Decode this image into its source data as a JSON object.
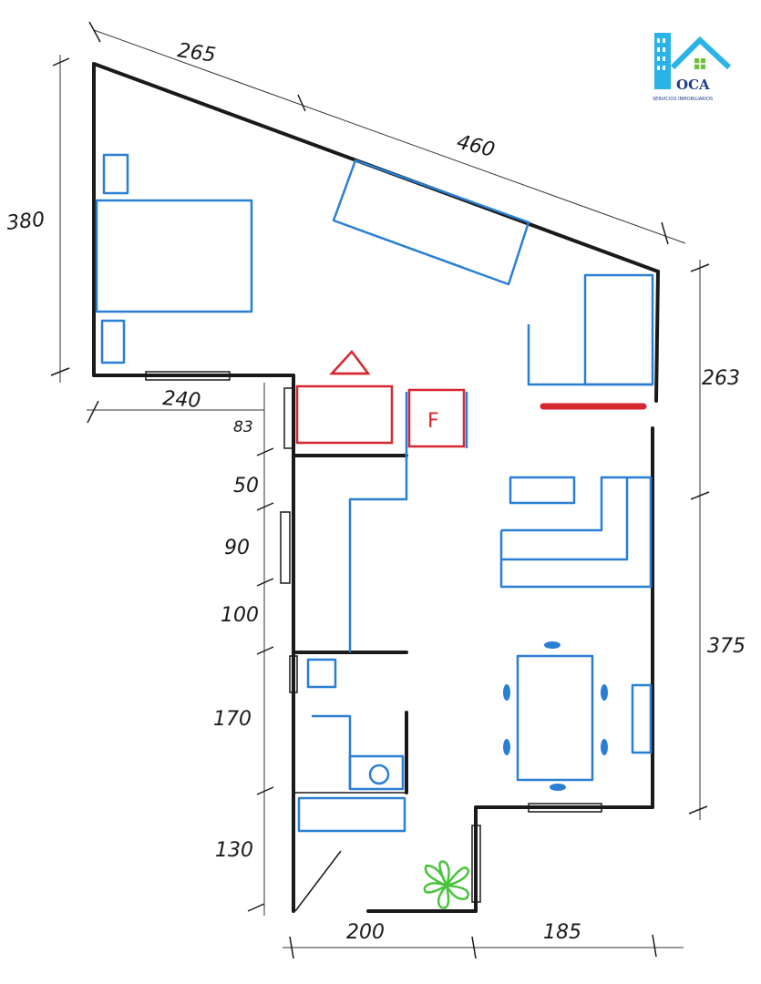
{
  "logo": {
    "name": "OCA",
    "subtitle": "SERVICIOS INMOBILIARIOS",
    "colors": {
      "primary": "#1c3f8c",
      "accent": "#2ab3e6",
      "window": "#6fbf3f"
    }
  },
  "dimensions": {
    "top_left": "265",
    "top_right": "460",
    "left_height": "380",
    "bedroom_bottom": "240",
    "step_small": "83",
    "right_upper": "263",
    "left_50": "50",
    "left_90": "90",
    "left_100": "100",
    "left_170": "170",
    "left_130": "130",
    "bottom_left": "200",
    "bottom_right": "185",
    "right_lower": "375"
  },
  "labels": {
    "fridge": "F"
  },
  "colors": {
    "walls": "#1a1a1a",
    "furniture": "#2a7fd4",
    "kitchen": "#d6262f",
    "plant": "#48c43b"
  }
}
